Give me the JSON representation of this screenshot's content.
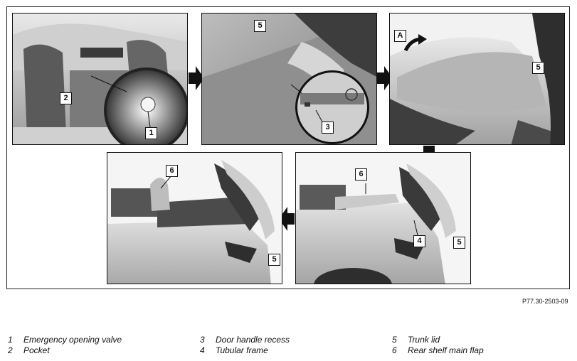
{
  "figure": {
    "reference": "P77.30-2503-09",
    "panels": [
      {
        "id": "p1",
        "callouts": [
          "1",
          "2"
        ]
      },
      {
        "id": "p2",
        "callouts": [
          "5",
          "3"
        ]
      },
      {
        "id": "p3",
        "callouts": [
          "A",
          "5"
        ]
      },
      {
        "id": "p4",
        "callouts": [
          "6",
          "4",
          "5"
        ]
      },
      {
        "id": "p5",
        "callouts": [
          "6",
          "5"
        ]
      }
    ]
  },
  "legend": [
    {
      "num": "1",
      "text": "Emergency opening valve"
    },
    {
      "num": "2",
      "text": "Pocket"
    },
    {
      "num": "3",
      "text": "Door handle recess"
    },
    {
      "num": "4",
      "text": "Tubular frame"
    },
    {
      "num": "5",
      "text": "Trunk lid"
    },
    {
      "num": "6",
      "text": "Rear shelf main flap"
    }
  ]
}
